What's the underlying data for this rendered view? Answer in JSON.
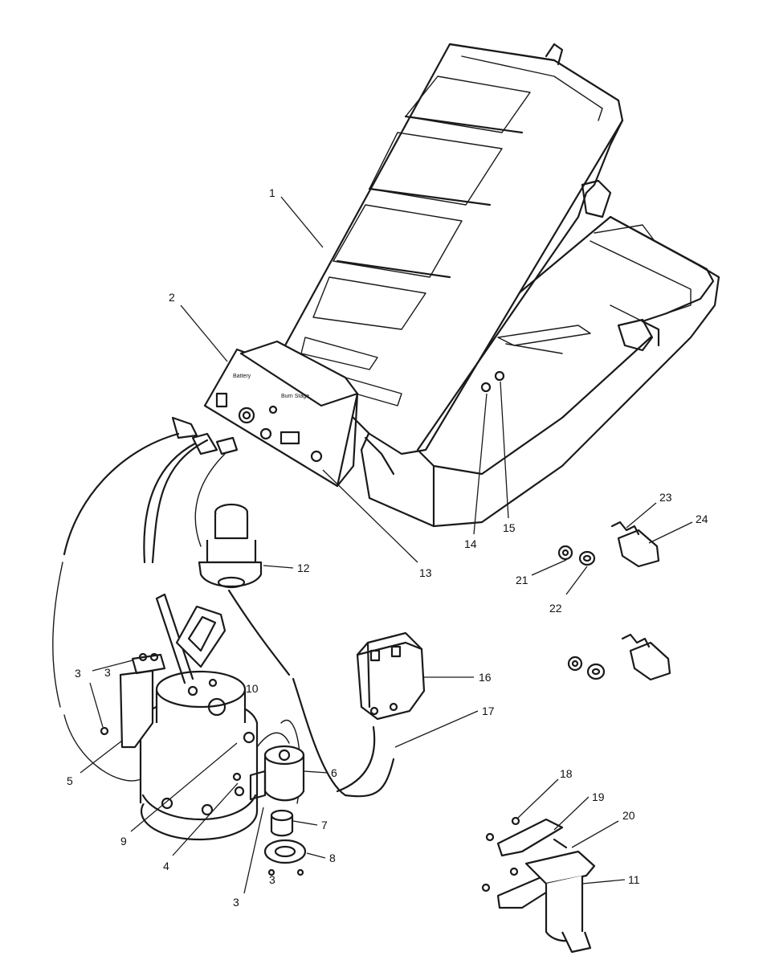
{
  "diagram": {
    "callouts": [
      {
        "id": "c1",
        "text": "1"
      },
      {
        "id": "c2",
        "text": "2"
      },
      {
        "id": "c3a",
        "text": "3"
      },
      {
        "id": "c3b",
        "text": "3"
      },
      {
        "id": "c3c",
        "text": "3"
      },
      {
        "id": "c3d",
        "text": "3"
      },
      {
        "id": "c4",
        "text": "4"
      },
      {
        "id": "c5",
        "text": "5"
      },
      {
        "id": "c6",
        "text": "6"
      },
      {
        "id": "c7",
        "text": "7"
      },
      {
        "id": "c8",
        "text": "8"
      },
      {
        "id": "c9",
        "text": "9"
      },
      {
        "id": "c10",
        "text": "10"
      },
      {
        "id": "c11",
        "text": "11"
      },
      {
        "id": "c12",
        "text": "12"
      },
      {
        "id": "c13",
        "text": "13"
      },
      {
        "id": "c14",
        "text": "14"
      },
      {
        "id": "c15",
        "text": "15"
      },
      {
        "id": "c16",
        "text": "16"
      },
      {
        "id": "c17",
        "text": "17"
      },
      {
        "id": "c18",
        "text": "18"
      },
      {
        "id": "c19",
        "text": "19"
      },
      {
        "id": "c20",
        "text": "20"
      },
      {
        "id": "c21",
        "text": "21"
      },
      {
        "id": "c22",
        "text": "22"
      },
      {
        "id": "c23",
        "text": "23"
      },
      {
        "id": "c24",
        "text": "24"
      }
    ]
  }
}
